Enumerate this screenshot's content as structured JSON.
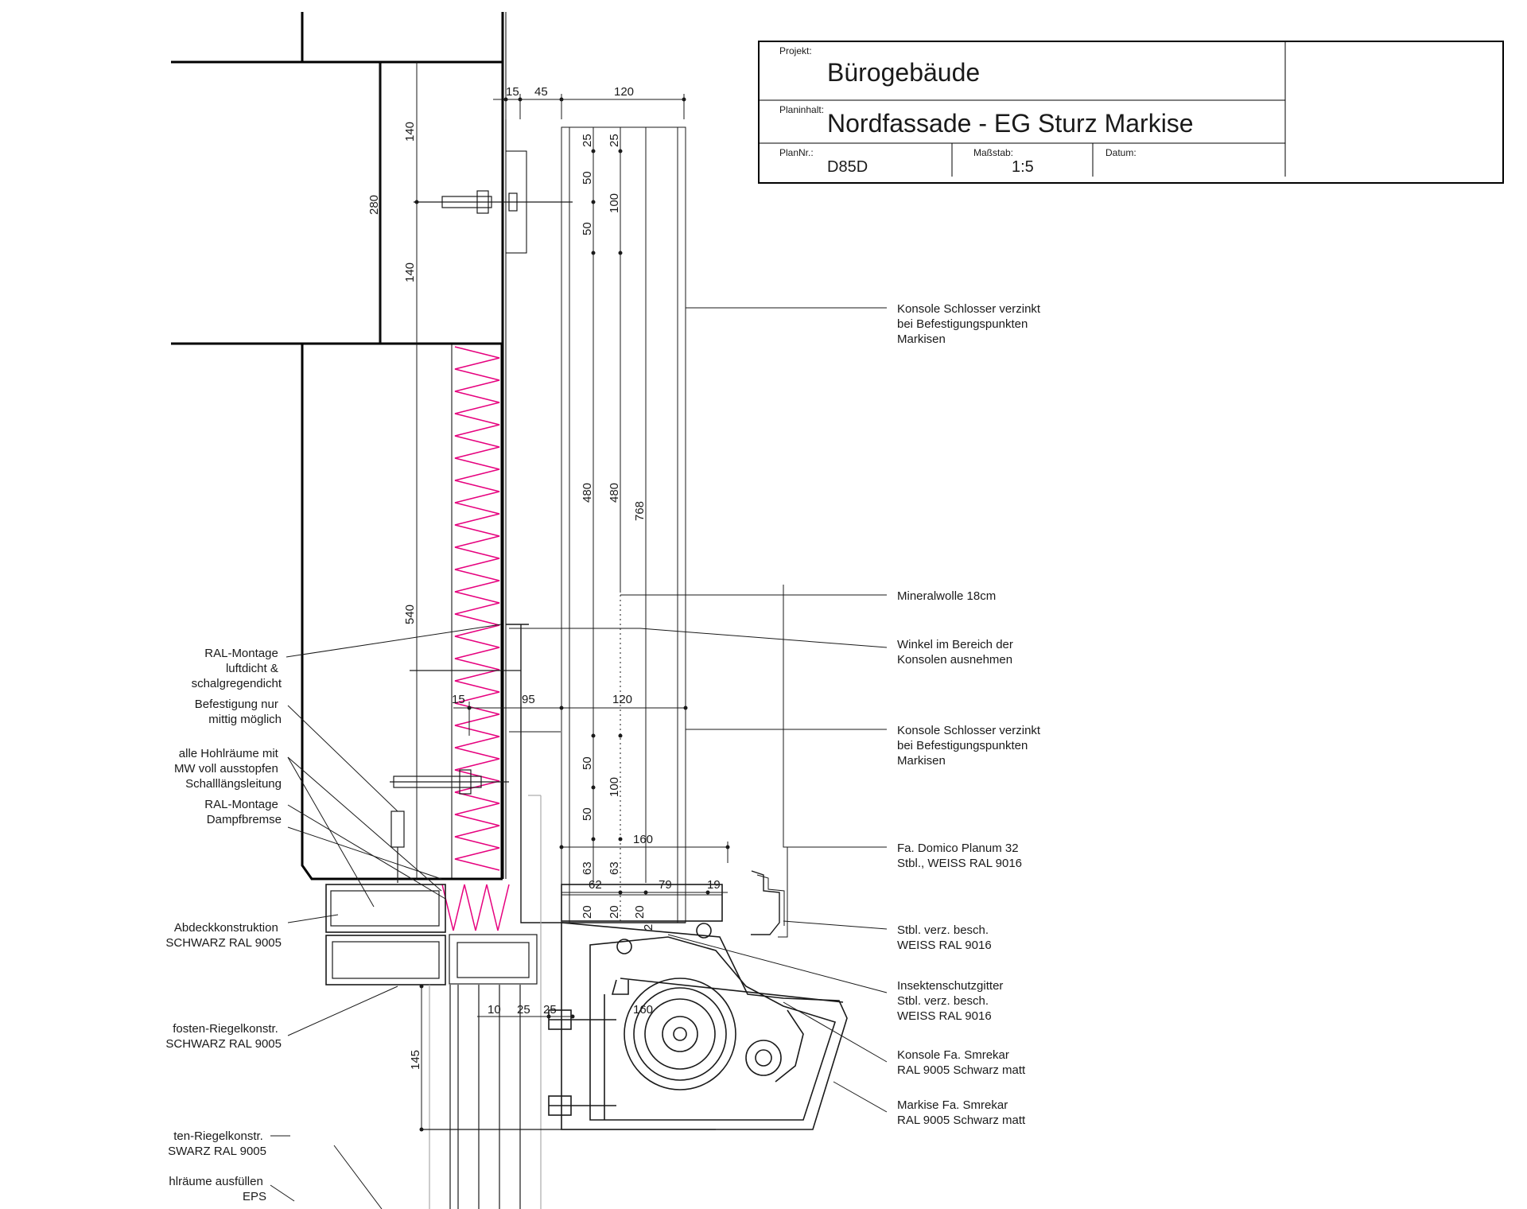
{
  "title_block": {
    "project_label": "Projekt:",
    "project": "Bürogebäude",
    "content_label": "Planinhalt:",
    "content": "Nordfassade - EG Sturz Markise",
    "plan_no_label": "PlanNr.:",
    "plan_no": "D85D",
    "scale_label": "Maßstab:",
    "scale": "1:5",
    "date_label": "Datum:"
  },
  "dimensions": {
    "d15_top": "15",
    "d45_top": "45",
    "d120_top": "120",
    "d25_a": "25",
    "d25_b": "25",
    "d50_a": "50",
    "d100_a": "100",
    "d50_b": "50",
    "d140_a": "140",
    "d280": "280",
    "d140_b": "140",
    "d480_a": "480",
    "d480_b": "480",
    "d768": "768",
    "d540": "540",
    "d15_mid": "15",
    "d95_mid": "95",
    "d120_mid": "120",
    "d50_c": "50",
    "d100_b": "100",
    "d50_d": "50",
    "d160_a": "160",
    "d63_a": "63",
    "d63_b": "63",
    "d62": "62",
    "d79": "79",
    "d19": "19",
    "d20_a": "20",
    "d20_b": "20",
    "d20_c": "20",
    "d2": "2",
    "d10": "10",
    "d25_c": "25",
    "d25_d": "25",
    "d160_b": "160",
    "d145": "145"
  },
  "annotations_right": {
    "konsole_1": [
      "Konsole Schlosser verzinkt",
      "bei Befestigungspunkten",
      "Markisen"
    ],
    "mineralwolle": [
      "Mineralwolle 18cm"
    ],
    "winkel": [
      "Winkel im Bereich der",
      "Konsolen ausnehmen"
    ],
    "konsole_2": [
      "Konsole Schlosser verzinkt",
      "bei Befestigungspunkten",
      "Markisen"
    ],
    "domico": [
      "Fa. Domico Planum 32",
      "Stbl., WEISS RAL 9016"
    ],
    "stbl": [
      "Stbl. verz. besch.",
      "WEISS RAL 9016"
    ],
    "insekten": [
      "Insektenschutzgitter",
      "Stbl. verz. besch.",
      "WEISS RAL 9016"
    ],
    "konsole_smrekar": [
      "Konsole Fa. Smrekar",
      "RAL 9005 Schwarz matt"
    ],
    "markise_smrekar": [
      "Markise Fa. Smrekar",
      "RAL 9005 Schwarz matt"
    ]
  },
  "annotations_left": {
    "ral_luft": [
      "RAL-Montage",
      "luftdicht &",
      "schalgregendicht"
    ],
    "befestigung": [
      "Befestigung nur",
      "mittig möglich"
    ],
    "hohlraeume": [
      "alle Hohlräume mit",
      "MW voll ausstopfen",
      "Schalllängsleitung"
    ],
    "ral_dampf": [
      "RAL-Montage",
      "Dampfbremse"
    ],
    "abdeck": [
      "Abdeckkonstruktion",
      "SCHWARZ RAL 9005"
    ],
    "pfosten_1": [
      "fosten-Riegelkonstr.",
      "SCHWARZ RAL 9005"
    ],
    "pfosten_2": [
      "ten-Riegelkonstr.",
      "SWARZ RAL 9005"
    ],
    "eps": [
      "hlräume ausfüllen",
      "EPS"
    ]
  },
  "colors": {
    "insulation": "#e6007e",
    "line": "#1a1a1a",
    "frame": "#000000"
  }
}
